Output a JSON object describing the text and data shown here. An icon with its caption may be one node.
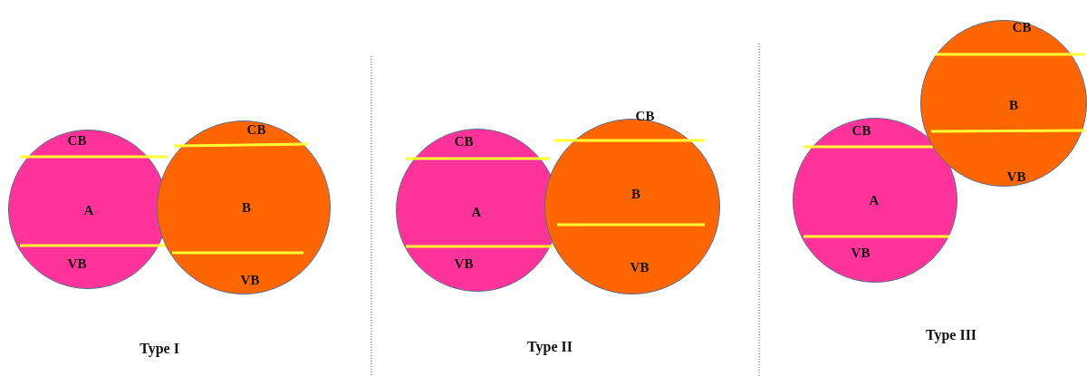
{
  "diagram": {
    "nodes": [
      {
        "text": [
          "CB",
          "A",
          "VB"
        ]
      },
      {
        "text": [
          "CB",
          "B",
          "VB"
        ]
      },
      {
        "text": [
          "CB",
          "A",
          "VB"
        ]
      },
      {
        "text": [
          "CB",
          "B",
          "VB"
        ]
      },
      {
        "text": [
          "CB",
          "A",
          "VB"
        ]
      },
      {
        "text": [
          "CB",
          "B",
          "VB"
        ]
      }
    ],
    "labels": [
      "Type I",
      "Type II",
      "Type III"
    ]
  }
}
